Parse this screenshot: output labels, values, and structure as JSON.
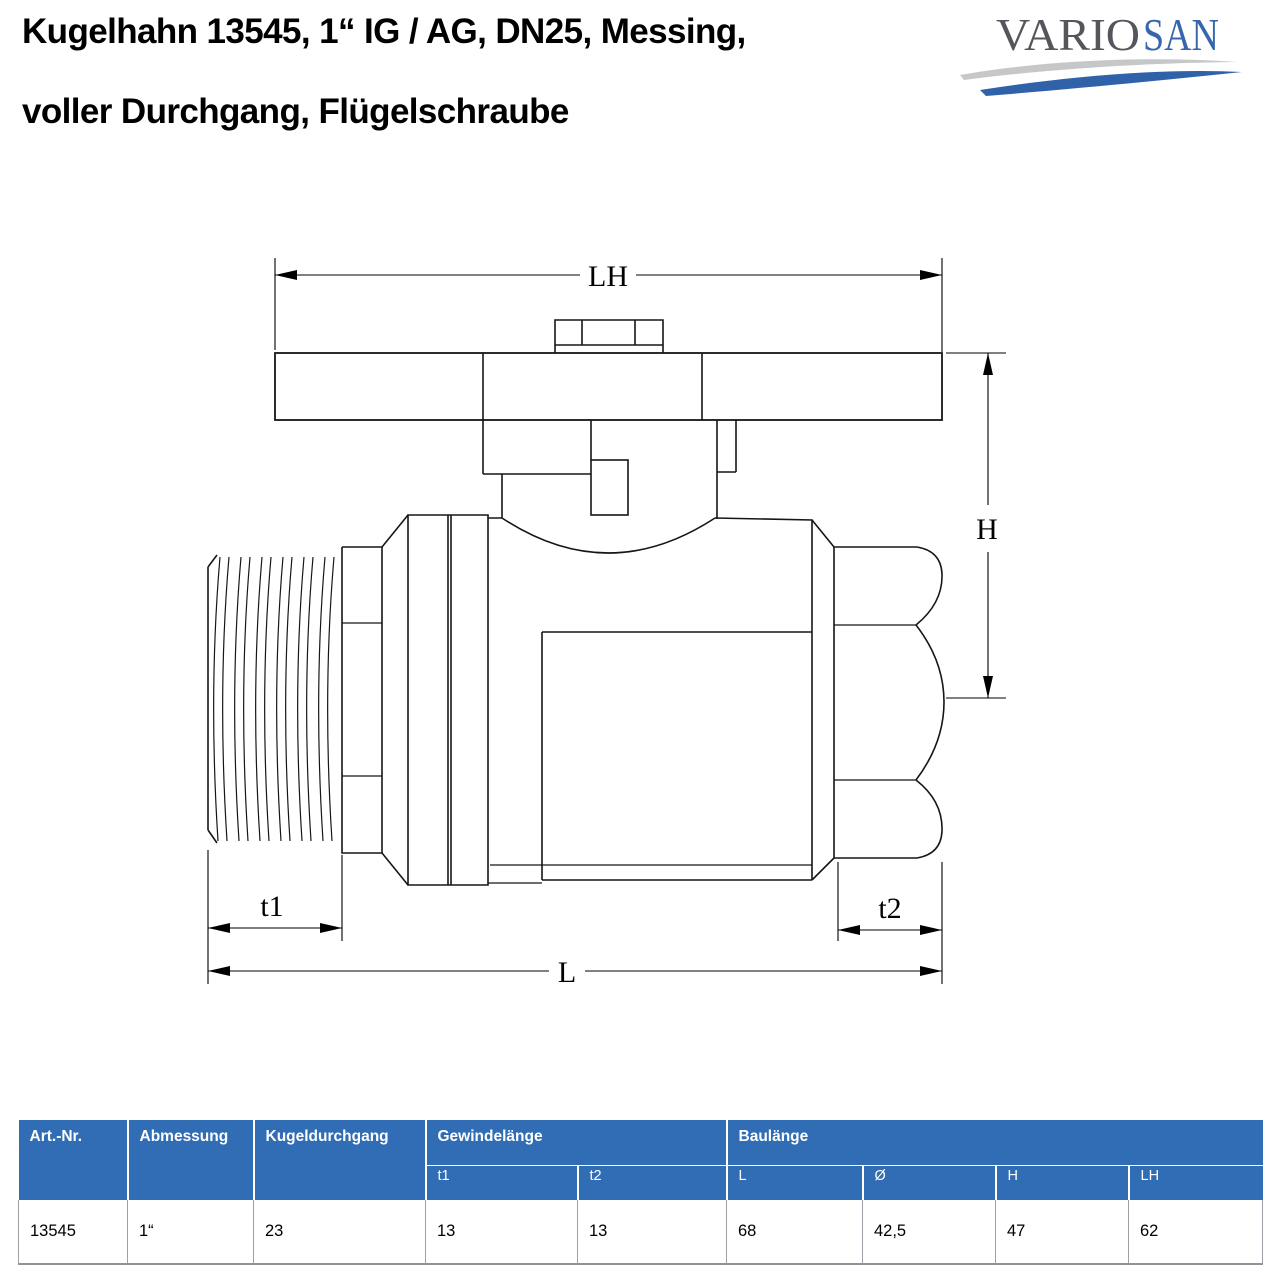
{
  "title": {
    "line1": "Kugelhahn 13545, 1“ IG / AG, DN25, Messing,",
    "line2": "voller Durchgang, Flügelschraube"
  },
  "logo": {
    "part1": "VARIO",
    "part2": "SAN",
    "color_part1": "#54565B",
    "color_part2": "#3766AD",
    "wave_gray": "#C6C7C9",
    "wave_blue": "#2F62A8"
  },
  "drawing": {
    "labels": {
      "lh": "LH",
      "h": "H",
      "t1": "t1",
      "t2": "t2",
      "l": "L"
    }
  },
  "table": {
    "header_bg": "#316DB5",
    "groups": [
      {
        "label": "Art.-Nr."
      },
      {
        "label": "Abmessung"
      },
      {
        "label": "Kugeldurchgang"
      },
      {
        "label": "Gewindelänge"
      },
      {
        "label": "Baulänge"
      }
    ],
    "sub_headers": [
      "t1",
      "t2",
      "L",
      "Ø",
      "H",
      "LH"
    ],
    "row": [
      "13545",
      "1“",
      "23",
      "13",
      "13",
      "68",
      "42,5",
      "47",
      "62"
    ]
  }
}
